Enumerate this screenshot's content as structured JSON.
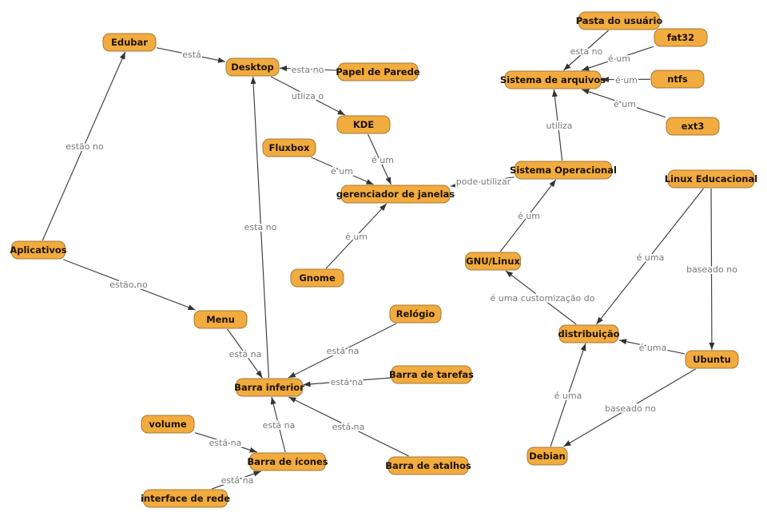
{
  "colors": {
    "node_fill": "#f1ab3e",
    "node_border": "#a47a38",
    "line": "#444444",
    "link_text": "#7a7a7a"
  },
  "nodes": [
    {
      "id": "edubar",
      "label": "Edubar"
    },
    {
      "id": "desktop",
      "label": "Desktop"
    },
    {
      "id": "papel",
      "label": "Papel de Parede"
    },
    {
      "id": "kde",
      "label": "KDE"
    },
    {
      "id": "fluxbox",
      "label": "Fluxbox"
    },
    {
      "id": "gerenciador",
      "label": "gerenciador de janelas"
    },
    {
      "id": "gnome",
      "label": "Gnome"
    },
    {
      "id": "aplicativos",
      "label": "Aplicativos"
    },
    {
      "id": "menu",
      "label": "Menu"
    },
    {
      "id": "relogio",
      "label": "Relógio"
    },
    {
      "id": "tarefas",
      "label": "Barra de tarefas"
    },
    {
      "id": "inferior",
      "label": "Barra inferior"
    },
    {
      "id": "volume",
      "label": "volume"
    },
    {
      "id": "icones",
      "label": "Barra de ícones"
    },
    {
      "id": "atalhos",
      "label": "Barra de atalhos"
    },
    {
      "id": "rede",
      "label": "interface de rede"
    },
    {
      "id": "pasta",
      "label": "Pasta do usuário"
    },
    {
      "id": "fat32",
      "label": "fat32"
    },
    {
      "id": "sistarq",
      "label": "Sistema de arquivos"
    },
    {
      "id": "ntfs",
      "label": "ntfs"
    },
    {
      "id": "ext3",
      "label": "ext3"
    },
    {
      "id": "sistop",
      "label": "Sistema Operacional"
    },
    {
      "id": "linuxed",
      "label": "Linux Educacional"
    },
    {
      "id": "gnulinux",
      "label": "GNU/Linux"
    },
    {
      "id": "distribuicao",
      "label": "distribuição"
    },
    {
      "id": "ubuntu",
      "label": "Ubuntu"
    },
    {
      "id": "debian",
      "label": "Debian"
    }
  ],
  "edges": [
    {
      "from": "edubar",
      "to": "desktop",
      "label": "está"
    },
    {
      "from": "papel",
      "to": "desktop",
      "label": "esta no"
    },
    {
      "from": "desktop",
      "to": "kde",
      "label": "utliza o"
    },
    {
      "from": "kde",
      "to": "gerenciador",
      "label": "é um"
    },
    {
      "from": "fluxbox",
      "to": "gerenciador",
      "label": "é um"
    },
    {
      "from": "gnome",
      "to": "gerenciador",
      "label": "é um"
    },
    {
      "from": "sistop",
      "to": "gerenciador",
      "label": "pode utilizar"
    },
    {
      "from": "aplicativos",
      "to": "edubar",
      "label": "estão no"
    },
    {
      "from": "aplicativos",
      "to": "menu",
      "label": "estão no"
    },
    {
      "from": "inferior",
      "to": "desktop",
      "label": "esta no"
    },
    {
      "from": "menu",
      "to": "inferior",
      "label": "está na"
    },
    {
      "from": "relogio",
      "to": "inferior",
      "label": "está na"
    },
    {
      "from": "tarefas",
      "to": "inferior",
      "label": "está na"
    },
    {
      "from": "icones",
      "to": "inferior",
      "label": "está na"
    },
    {
      "from": "atalhos",
      "to": "inferior",
      "label": "está na"
    },
    {
      "from": "volume",
      "to": "icones",
      "label": "está na"
    },
    {
      "from": "rede",
      "to": "icones",
      "label": "está na"
    },
    {
      "from": "pasta",
      "to": "sistarq",
      "label": "esta no"
    },
    {
      "from": "fat32",
      "to": "sistarq",
      "label": "é um"
    },
    {
      "from": "ntfs",
      "to": "sistarq",
      "label": "é um"
    },
    {
      "from": "ext3",
      "to": "sistarq",
      "label": "é um"
    },
    {
      "from": "sistop",
      "to": "sistarq",
      "label": "utiliza"
    },
    {
      "from": "gnulinux",
      "to": "sistop",
      "label": "é um"
    },
    {
      "from": "distribuicao",
      "to": "gnulinux",
      "label": "é uma customização do"
    },
    {
      "from": "linuxed",
      "to": "distribuicao",
      "label": "é uma"
    },
    {
      "from": "linuxed",
      "to": "ubuntu",
      "label": "baseado no"
    },
    {
      "from": "ubuntu",
      "to": "distribuicao",
      "label": "é uma"
    },
    {
      "from": "ubuntu",
      "to": "debian",
      "label": "baseado no"
    },
    {
      "from": "debian",
      "to": "distribuicao",
      "label": "é uma"
    }
  ]
}
